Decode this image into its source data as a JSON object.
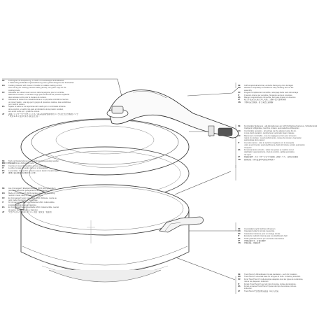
{
  "blocks": [
    {
      "id": "lid-markings-pressure-indicator",
      "rows": [
        {
          "lang": "DE",
          "text": "Kochsignal mit Ausspeisung, im Griff zur zuverlässigen Einhaltbarkeit"
        },
        {
          "lang": "",
          "text": "1 Kaltes Ring für Bedienungserleichterung einen großen Ringe für die Kochstufen"
        },
        {
          "lang": "EN",
          "text": "Cooking indicator with mouse in handle for reliable cooking control"
        },
        {
          "lang": "",
          "text": "One red ring for cooking pressure safety (arrow), two green rings for the"
        },
        {
          "lang": "",
          "text": "cooking levels."
        },
        {
          "lang": "FR",
          "text": "Indicateur de cuisson avec nervure dans la poignée, pour un contrôle"
        },
        {
          "lang": "",
          "text": "fiable de la cuisson, un anneau rouge pour la sécurité de pression réglée/de"
        },
        {
          "lang": "",
          "text": "deux anneaux verts pour le niveaux de cuisson."
        },
        {
          "lang": "IT",
          "text": "Indicatore di cottura con visualizzazione e un più parte controllo la cuocere"
        },
        {
          "lang": "",
          "text": "un rosso l'anello - una riga per il gruppo di pressione residua, due anello/linee"
        },
        {
          "lang": "",
          "text": "per i livelli di cottura."
        },
        {
          "lang": "ES",
          "text": "Sujetar el sartén a con aperturas del mando por un controlarle eficiente"
        },
        {
          "lang": "",
          "text": "de la cocción, un anillo rojo para el indicatorio de la presión residual,"
        },
        {
          "lang": "",
          "text": "aun anciò verde por - grado de cottura."
        },
        {
          "lang": "JP",
          "text": "調理インジケーター付きハンドル・確実な調理管理/赤色リングは圧力安全/緑色リング"
        },
        {
          "lang": "",
          "text": "* 中文 IE 8 以 加 中 鍋 不 鍋 加 式 在 ..."
        }
      ]
    },
    {
      "id": "lid-markings-handle",
      "rows": [
        {
          "lang": "DE",
          "text": "Griff komplett abnehmbar, einfache Reinigung ohne Zerlegen"
        },
        {
          "lang": "EN",
          "text": "Handle is completely removable for easy cleaning with no dis-"
        },
        {
          "lang": "",
          "text": "assembly"
        },
        {
          "lang": "FR",
          "text": "Poignée complètement amovible, nettoyage facile sans démontage"
        },
        {
          "lang": "IT",
          "text": "Il manico interno per semplice, l'impianto senza lo smontare"
        },
        {
          "lang": "ES",
          "text": "Mango completamente removible, fácil para limpiar sin desarme"
        },
        {
          "lang": "JP",
          "text": "取っ手は完全に取り外し可能、分解不要で簡単清掃"
        },
        {
          "lang": "CN",
          "text": "手柄可完全拆卸，易于清洁无需拆解"
        }
      ]
    },
    {
      "id": "automatic-closing",
      "rows": [
        {
          "lang": "DE",
          "text": "Komfortable Bedienung - alle Einstellungen am Griff (Schließmechanismus, Schleifenfunktion)"
        },
        {
          "lang": "",
          "text": "Intelligent Griffgebläse, Gerichte, Andere, automatisches Abdampfen"
        },
        {
          "lang": "EN",
          "text": "Comfortable operation - all settings can be adjusted using the sli-"
        },
        {
          "lang": "",
          "text": "to one-hand operation, cooking level, automatic steam release"
        },
        {
          "lang": "FR",
          "text": "Maniement confortable - tous les réglages se font avec le bouton"
        },
        {
          "lang": "",
          "text": "mainé du coulisse : ouverture/fermeture, niveau de cuisson, évacuation"
        },
        {
          "lang": "",
          "text": "automatique de la vapeur"
        },
        {
          "lang": "IT",
          "text": "Comodo manico - tutte le opzioni si regolano con la manopola"
        },
        {
          "lang": "",
          "text": "unica a scorrimento: apertura/chiusura, livello di cottura, scarico automatico"
        },
        {
          "lang": "",
          "text": "di vapore"
        },
        {
          "lang": "ES",
          "text": "Funcionamiento cómodo - todos los ajustes se realizan con el"
        },
        {
          "lang": "",
          "text": "deslizador: apertura/cierre, nivel de cocción, salida automática"
        },
        {
          "lang": "",
          "text": "de vapor"
        },
        {
          "lang": "JP",
          "text": "快適な操作 - スライダーひとつで開閉、調理レベル、自動蒸気放出"
        },
        {
          "lang": "CN",
          "text": "操作舒适 - 所有设置均可通过滑块调节"
        }
      ]
    },
    {
      "id": "tops-and-rims",
      "rows": [
        {
          "lang": "DE",
          "text": "Topf und Deckel können in der Spülmaschine gereinigt werden."
        },
        {
          "lang": "EN",
          "text": "Pot and lid are dishwasher safe."
        },
        {
          "lang": "FR",
          "text": "Cocotte et couvercle lavables au lave-vaisselle."
        },
        {
          "lang": "IT",
          "text": "La olla e la tapa si pueden lavar en el lavavajillas."
        },
        {
          "lang": "ES",
          "text": "La pentola e il coperchio possono essere lavati in lavastoviglie."
        },
        {
          "lang": "JP",
          "text": "本体と蓋は食器洗い機で洗えます。"
        }
      ]
    },
    {
      "id": "cromargan-body",
      "rows": [
        {
          "lang": "DE",
          "text": "Aus Cromargan® Edelstahl Rostfrei 18/10. Einzelhandlerin"
        },
        {
          "lang": "",
          "text": "geschmacksneutral, geflegetreicht und hygienisch"
        },
        {
          "lang": "EN",
          "text": "Made of Cromargan® 18/10 stainless steel. Hard-wearing,"
        },
        {
          "lang": "",
          "text": "neutral in taste, easy to clean and hygienic"
        },
        {
          "lang": "FR",
          "text": "En Cromargan® acier inoxydable 18/10. Robuste, neutre au"
        },
        {
          "lang": "",
          "text": "goût, facile d'entretien et hygiénique."
        },
        {
          "lang": "IT",
          "text": "In Cromargan® acero inox resistente 18/10. Indistruttibile,"
        },
        {
          "lang": "",
          "text": "insipida, fácil de curare e higiénica"
        },
        {
          "lang": "ES",
          "text": "En Cromargan® acero inoxidable 18/10. Indestructible, neutral"
        },
        {
          "lang": "",
          "text": "al sapore, facile da pulire e higiénico."
        },
        {
          "lang": "JP",
          "text": "クロマルガン® 18/10 ステンレス製・耐久性・衛生的"
        }
      ]
    },
    {
      "id": "ovenproof",
      "rows": [
        {
          "lang": "DE",
          "text": "Innenskalierung für leichtes Abmessen"
        },
        {
          "lang": "EN",
          "text": "Integrated scale for simple measuring."
        },
        {
          "lang": "FR",
          "text": "Graduation intérieure pour un dosage simple."
        },
        {
          "lang": "IT",
          "text": "Escala de medición interna para una dosificación fácil"
        },
        {
          "lang": "ES",
          "text": "Scala graduata interna per una facile misurazione"
        },
        {
          "lang": "JP",
          "text": "内側目盛付き、計量が簡単"
        },
        {
          "lang": "CN",
          "text": "内置刻度，测量简单"
        }
      ]
    },
    {
      "id": "transtherm-base",
      "rows": [
        {
          "lang": "DE",
          "text": "TransTherm® Allherdboden für alle Herdarten - auch für Induktion."
        },
        {
          "lang": "EN",
          "text": "TransTherm® universal base for all types of hobs - including induction."
        },
        {
          "lang": "FR",
          "text": "Fond TransTherm® multi-énergies adapté à tous les types de cuisinières,"
        },
        {
          "lang": "",
          "text": "même les plaques à induction."
        },
        {
          "lang": "IT",
          "text": "Fondo TransTherm® per tutti i tipi di cucina, inclusa la induzione."
        },
        {
          "lang": "ES",
          "text": "Fondo universal TransTherm® para todo tipo de cocinas, incluso"
        },
        {
          "lang": "",
          "text": "inducción."
        },
        {
          "lang": "JP",
          "text": "TransTherm®全熱源対応底面 - IHにも対応"
        }
      ]
    }
  ]
}
